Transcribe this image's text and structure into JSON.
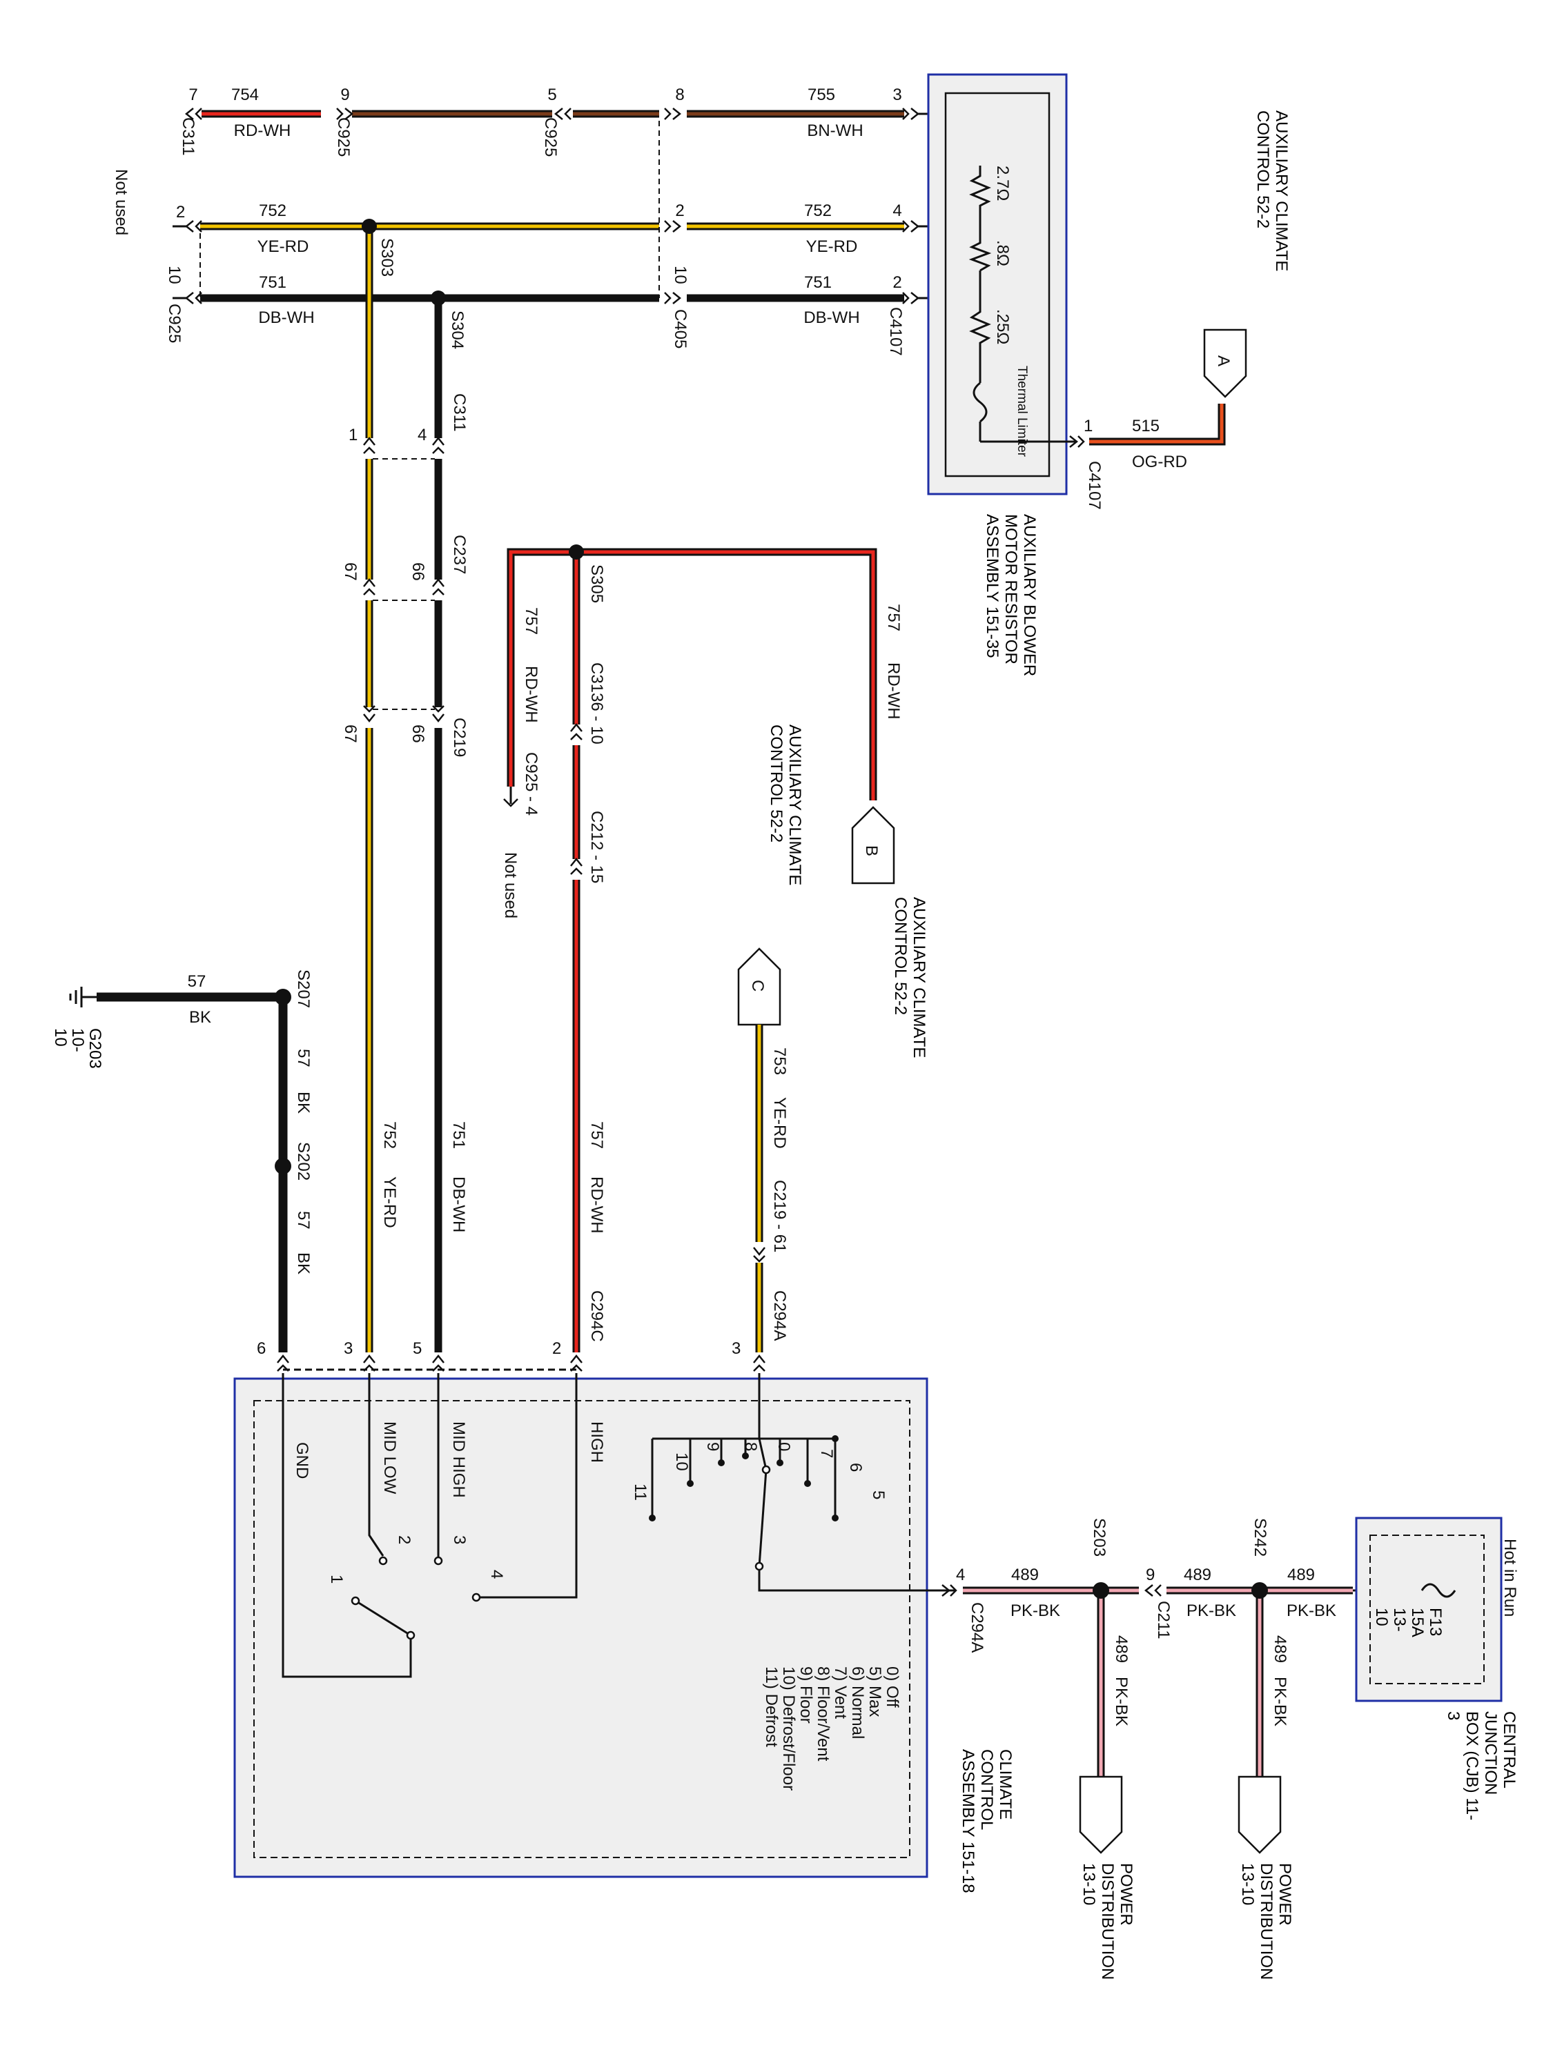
{
  "colors": {
    "red": "#e8261e",
    "yellow": "#f2c300",
    "black": "#111111",
    "pink": "#f2a8b4",
    "brown": "#7a3b1a",
    "orange": "#e8501e",
    "blue": "#1f2fa6",
    "panel": "#efefef"
  },
  "top": {
    "c311_pin": "7",
    "c311": "C311",
    "w754": "754",
    "w754_color": "RD-WH",
    "c925_pin": "9",
    "c925": "C925",
    "c925b_pin": "5",
    "c925b": "C925",
    "c405_pin": "8",
    "w755": "755",
    "w755_color": "BN-WH",
    "c4107_pin3": "3",
    "not_used": "Not used",
    "pin_2a": "2",
    "w752a": "752",
    "w752a_color": "YE-RD",
    "s303": "S303",
    "pin_2b": "2",
    "w752b": "752",
    "w752b_color": "YE-RD",
    "c4107_pin4": "4",
    "pin_10a": "10",
    "w751a": "751",
    "w751a_color": "DB-WH",
    "c925c": "C925",
    "s304": "S304",
    "pin_10b": "10",
    "w751b": "751",
    "w751b_color": "DB-WH",
    "c4107_pin2": "2",
    "c405": "C405",
    "c4107a": "C4107"
  },
  "resistor": {
    "r1": "2.7Ω",
    "r2": ".8Ω",
    "r3": ".25Ω",
    "limiter": "Thermal Limiter",
    "pin1": "1",
    "w515": "515",
    "w515_color": "OG-RD",
    "c4107": "C4107",
    "title": "AUXILIARY BLOWER MOTOR RESISTOR ASSEMBLY 151-35",
    "ref_a": "A",
    "aux_a": "AUXILIARY CLIMATE CONTROL 52-2"
  },
  "mid": {
    "c311_pin1": "1",
    "c311_pin4": "4",
    "c311": "C311",
    "c237_pin67": "67",
    "c237_pin66": "66",
    "c237": "C237",
    "c219_pin67": "67",
    "c219_pin66": "66",
    "c219": "C219",
    "s305": "S305",
    "w757a": "757",
    "w757a_color": "RD-WH",
    "c925_4": "C925 - 4",
    "not_used2": "Not used",
    "c3136": "C3136 - 10",
    "c212": "C212 - 15",
    "w757b": "757",
    "w757b_color": "RD-WH",
    "ref_b": "B",
    "aux_b": "AUXILIARY CLIMATE CONTROL 52-2",
    "aux_c": "AUXILIARY CLIMATE CONTROL 52-2",
    "ref_c": "C",
    "w753": "753",
    "w753_color": "YE-RD",
    "c219_61": "C219 - 61",
    "c294a": "C294A",
    "c294a_pin3": "3",
    "w57": "57",
    "w57_color": "BK",
    "s207": "S207",
    "g203": "G203 10-10",
    "w57b": "57",
    "w57b_color": "BK",
    "s202": "S202",
    "w57c": "57",
    "w57c_color": "BK",
    "w752": "752",
    "w752_color": "YE-RD",
    "w751": "751",
    "w751_color": "DB-WH",
    "w757c": "757",
    "w757c_color": "RD-WH",
    "c294c": "C294C",
    "pin6": "6",
    "pin3": "3",
    "pin5": "5",
    "pin2": "2"
  },
  "climate": {
    "gnd": "GND",
    "mid_low": "MID LOW",
    "mid_high": "MID HIGH",
    "high": "HIGH",
    "sw1": "1",
    "sw2": "2",
    "sw3": "3",
    "sw4": "4",
    "m11": "11",
    "m10": "10",
    "m9": "9",
    "m8": "8",
    "m0": "0",
    "m7": "7",
    "m6": "6",
    "m5": "5",
    "modes": [
      "0) Off",
      "5) Max",
      "6) Normal",
      "7) Vent",
      "8) Floor/Vent",
      "9) Floor",
      "10) Defrost/Floor",
      "11) Defrost"
    ],
    "title": "CLIMATE CONTROL ASSEMBLY 151-18"
  },
  "power": {
    "pin4": "4",
    "c294a": "C294A",
    "w489a": "489",
    "w489a_color": "PK-BK",
    "s203": "S203",
    "pin9": "9",
    "c211": "C211",
    "w489b": "489",
    "w489b_color": "PK-BK",
    "s242": "S242",
    "w489c": "489",
    "w489c_color": "PK-BK",
    "w489d": "489",
    "w489d_color": "PK-BK",
    "w489e": "489",
    "w489e_color": "PK-BK",
    "pd1": "POWER DISTRIBUTION 13-10",
    "pd2": "POWER DISTRIBUTION 13-10",
    "hot": "Hot in Run",
    "fuse": "F13 15A 13-10",
    "cjb": "CENTRAL JUNCTION BOX (CJB) 11-3"
  }
}
